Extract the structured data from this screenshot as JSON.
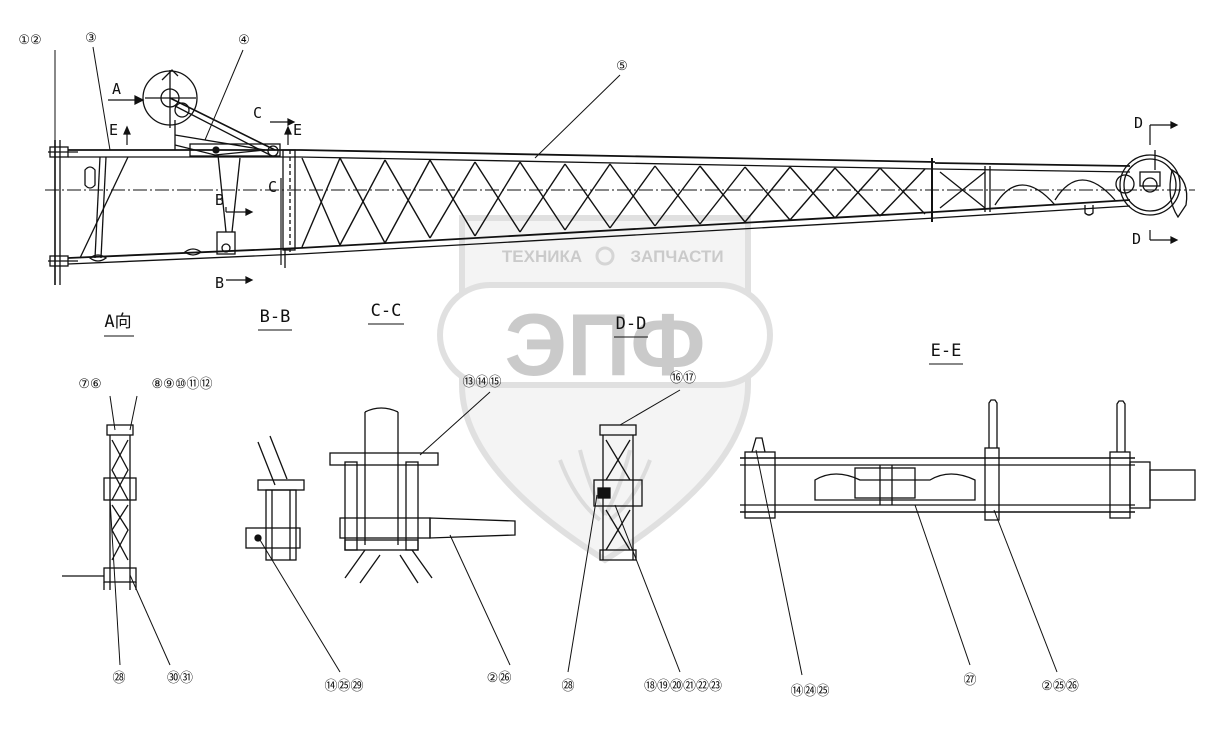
{
  "callouts": {
    "c1": "①②",
    "c2": "③",
    "c3": "④",
    "c4": "⑤",
    "c5": "⑦⑥",
    "c6": "⑧⑨⑩⑪⑫",
    "c7": "⑬⑭⑮",
    "c8": "⑯⑰",
    "c9": "㉘",
    "c10": "㉚㉛",
    "c11": "⑭㉕㉙",
    "c12": "②㉖",
    "c13": "㉘",
    "c14": "⑱⑲⑳㉑㉒㉓",
    "c15": "⑭㉔㉕",
    "c16": "㉗",
    "c17": "②㉕㉖"
  },
  "markers": {
    "a": "A",
    "b_top": "B",
    "b_bottom": "B",
    "c_top": "C",
    "c_bottom": "C",
    "d_top": "D",
    "d_bottom": "D",
    "e_left": "E",
    "e_right": "E"
  },
  "section_titles": {
    "a_view": "A向",
    "bb": "B-B",
    "cc": "C-C",
    "dd": "D-D",
    "ee": "E-E"
  },
  "watermark": {
    "brand_left": "ТЕХНИКА",
    "brand_right": "ЗАПЧАСТИ",
    "logo": "ЭПФ"
  }
}
